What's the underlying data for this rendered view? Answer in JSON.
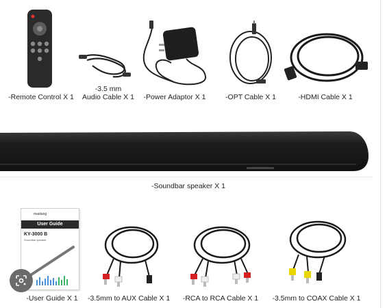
{
  "captions": {
    "remote": "-Remote Control X 1",
    "audio_cable_line1": "-3.5 mm",
    "audio_cable_line2": "Audio Cable X 1",
    "power": "-Power  Adaptor X 1",
    "opt": "-OPT Cable X 1",
    "hdmi": "-HDMI Cable X 1",
    "soundbar": "-Soundbar speaker X 1",
    "guide": "-User Guide X 1",
    "aux": "-3.5mm to AUX Cable X 1",
    "rca": "-RCA to RCA Cable X 1",
    "coax": "-3.5mm to COAX Cable X 1"
  },
  "user_guide": {
    "brand": "maidang",
    "title": "User Guide",
    "model": "KY-3000 B",
    "subtitle": "Soundbar speaker"
  },
  "colors": {
    "soundbar": "#1a1a1a",
    "rca_red": "#d42020",
    "rca_white": "#eeeeee",
    "rca_yellow": "#e8d600"
  },
  "icons": {
    "lens": "google-lens-icon"
  }
}
